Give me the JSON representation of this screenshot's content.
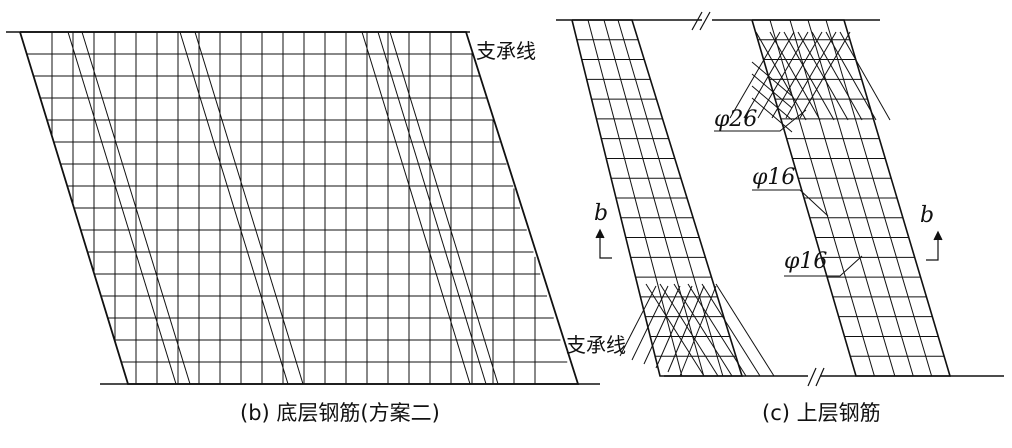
{
  "labels": {
    "support_line_top": "支承线",
    "support_line_bottom": "支承线",
    "dia_26": "φ26",
    "dia_16_a": "φ16",
    "dia_16_b": "φ16",
    "section_b_left": "b",
    "section_b_right": "b"
  },
  "captions": {
    "left": "(b) 底层钢筋(方案二)",
    "right": "(c) 上层钢筋"
  }
}
